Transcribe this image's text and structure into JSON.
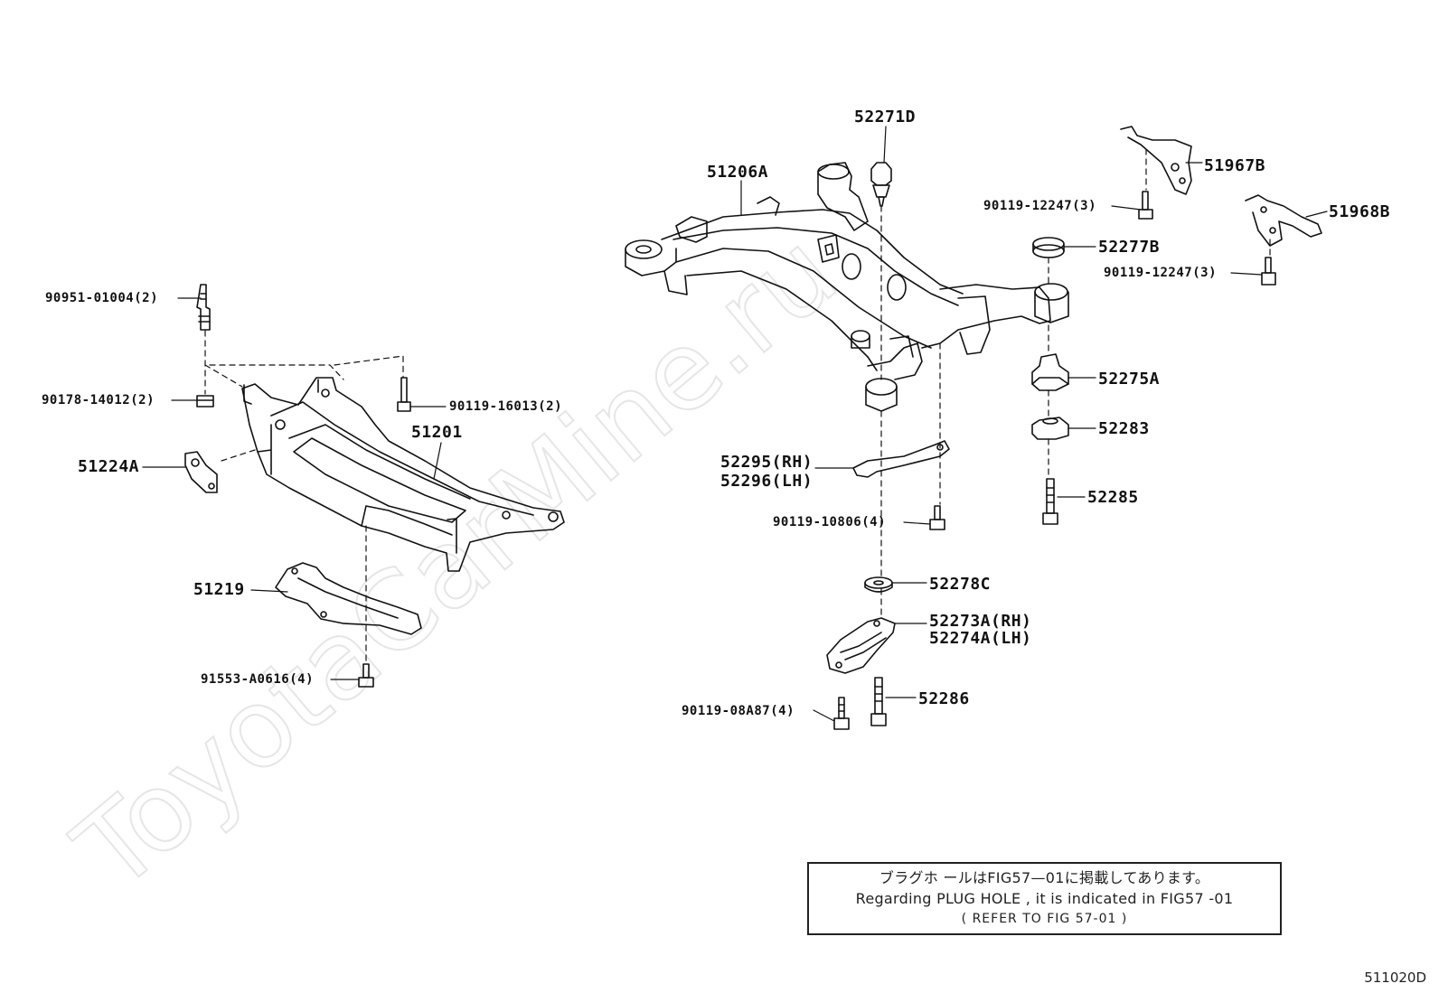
{
  "watermark": "ToyotaCarMine.ru",
  "labels": {
    "p51201": "51201",
    "p90951": "90951-01004(2)",
    "p90178": "90178-14012(2)",
    "p90119_16013": "90119-16013(2)",
    "p51224A": "51224A",
    "p51219": "51219",
    "p91553": "91553-A0616(4)",
    "p52271D": "52271D",
    "p51206A": "51206A",
    "p51967B": "51967B",
    "p51968B": "51968B",
    "p90119_12247a": "90119-12247(3)",
    "p90119_12247b": "90119-12247(3)",
    "p52277B": "52277B",
    "p52275A": "52275A",
    "p52283": "52283",
    "p52285": "52285",
    "p52295": "52295(RH)",
    "p52296": "52296(LH)",
    "p90119_10806": "90119-10806(4)",
    "p52278C": "52278C",
    "p52273A": "52273A(RH)",
    "p52274A": "52274A(LH)",
    "p52286": "52286",
    "p90119_08A87": "90119-08A87(4)"
  },
  "note": {
    "line1": "ブラグホ ールはFIG57—01に掲載してあります。",
    "line2": "Regarding PLUG HOLE , it is indicated in FIG57 -01",
    "line3": "(      REFER TO FIG 57-01      )"
  },
  "figure_code": "511020D"
}
